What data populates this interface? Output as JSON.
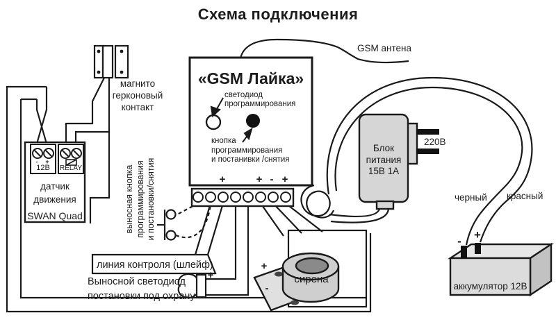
{
  "title": "Схема подключения",
  "antenna": {
    "label": "GSM антена"
  },
  "magnetic_contact": {
    "label": "магнито\nгерконовый\nконтакт"
  },
  "gsm_unit": {
    "name": "«GSM Лайка»",
    "led_label": "светодиод\nпрограммирования",
    "button_label": "кнопка\nпрограммирования\nи постанивки /снятия"
  },
  "terminal_marks": {
    "plus": "+",
    "minus": "-"
  },
  "power_supply": {
    "label": "Блок\nпитания\n15В 1А",
    "mains": "220В"
  },
  "motion_sensor": {
    "label": "датчик\nдвижения",
    "model": "SWAN Quad",
    "terminal_12v": "12В",
    "terminal_relay": "RELAY",
    "minus": "-",
    "plus": "+"
  },
  "remote_button": {
    "label": "выносная кнопка\nпрограммирования\nи постановки/снятия"
  },
  "loop_line": {
    "label": "линия контроля (шлейф)"
  },
  "remote_led": {
    "label": "Выносной светодиод\nпостановки под охрану"
  },
  "siren": {
    "label": "сирена",
    "plus": "+",
    "minus": "-"
  },
  "battery": {
    "label": "аккумулятор 12В",
    "wire_black": "черный",
    "wire_red": "красный",
    "minus": "-",
    "plus": "+"
  },
  "colors": {
    "line": "#1a1a1a",
    "device_fill": "#d6d6d6",
    "siren_fill": "#cfcfcf",
    "siren_inner": "#8a8a8a",
    "battery_front": "#dcdcdc",
    "battery_side": "#c2c2c2",
    "battery_top": "#e6e6e6"
  }
}
